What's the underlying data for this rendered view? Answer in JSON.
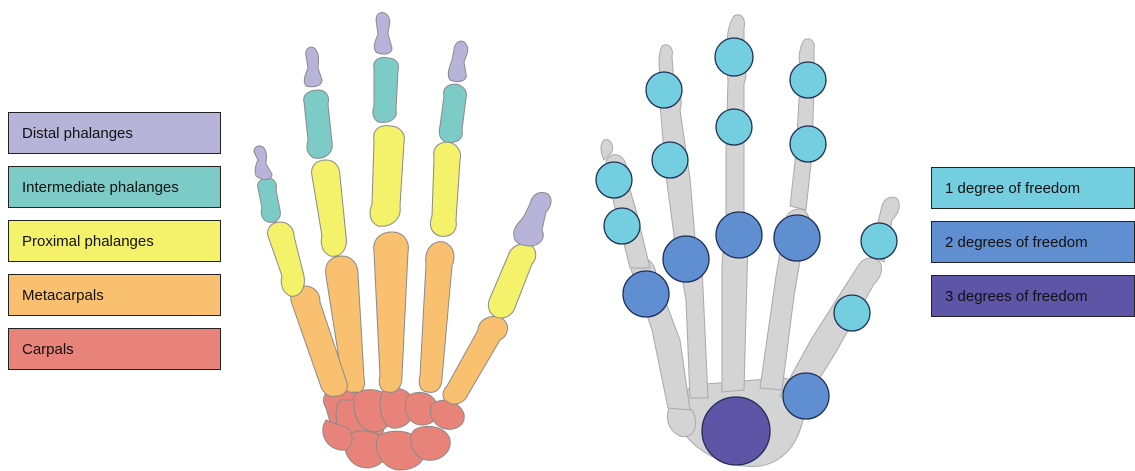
{
  "bone_legend": [
    {
      "label": "Distal phalanges",
      "color": "#b8b3d9"
    },
    {
      "label": "Intermediate phalanges",
      "color": "#7ccbc6"
    },
    {
      "label": "Proximal phalanges",
      "color": "#f4f16a"
    },
    {
      "label": "Metacarpals",
      "color": "#f8c06f"
    },
    {
      "label": "Carpals",
      "color": "#e8837a"
    }
  ],
  "freedom_legend": [
    {
      "label": "1 degree of freedom",
      "color": "#73cfe0"
    },
    {
      "label": "2 degrees of freedom",
      "color": "#5f8fd0"
    },
    {
      "label": "3 degrees of freedom",
      "color": "#5f55a6"
    }
  ],
  "colors": {
    "bone_outline": "#8a8a8a",
    "skeleton_gray": "#d4d4d4",
    "skeleton_outline": "#a9a9a9",
    "joint_outline": "#1f2f55"
  }
}
